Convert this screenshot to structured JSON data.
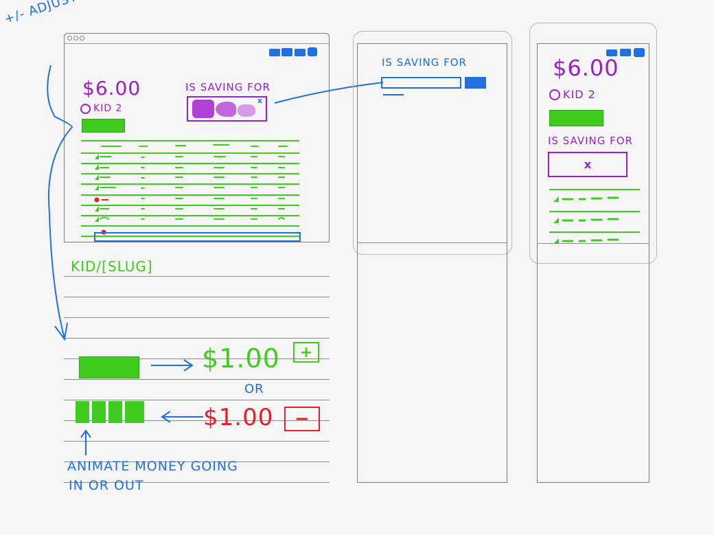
{
  "annotations": {
    "adjustment_title": "+/- ADJUSTMENT",
    "route_label": "KID/[SLUG]",
    "animate_note_line1": "ANIMATE   MONEY  GOING",
    "animate_note_line2": "IN  OR   OUT"
  },
  "desktop": {
    "balance": "$6.00",
    "kid_name": "KID 2",
    "saving_label": "IS SAVING FOR",
    "goal_close": "x"
  },
  "tablet": {
    "saving_label": "IS SAVING FOR"
  },
  "mobile": {
    "balance": "$6.00",
    "kid_name": "KID 2",
    "saving_label": "IS SAVING FOR",
    "goal_close": "x"
  },
  "adjust": {
    "add_amount": "$1.00",
    "add_symbol": "+",
    "or_label": "OR",
    "remove_amount": "$1.00",
    "remove_symbol": "−"
  },
  "colors": {
    "blue": "#1f6fe0",
    "purple": "#9a1fc8",
    "green": "#3fcc1f",
    "red": "#e0202a"
  }
}
